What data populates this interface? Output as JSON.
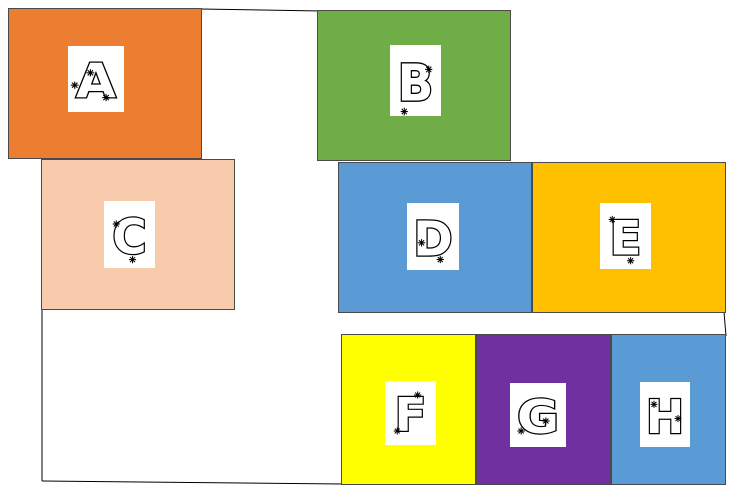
{
  "blocks": [
    {
      "id": "a",
      "letter": "A",
      "color": "#ED7D31"
    },
    {
      "id": "b",
      "letter": "B",
      "color": "#70AD47"
    },
    {
      "id": "c",
      "letter": "C",
      "color": "#F8CBAD"
    },
    {
      "id": "d",
      "letter": "D",
      "color": "#5B9BD5"
    },
    {
      "id": "e",
      "letter": "E",
      "color": "#FFC000"
    },
    {
      "id": "f",
      "letter": "F",
      "color": "#FFFF00"
    },
    {
      "id": "g",
      "letter": "G",
      "color": "#7030A0"
    },
    {
      "id": "h",
      "letter": "H",
      "color": "#5B9BD5"
    }
  ],
  "line_color": "#000000"
}
